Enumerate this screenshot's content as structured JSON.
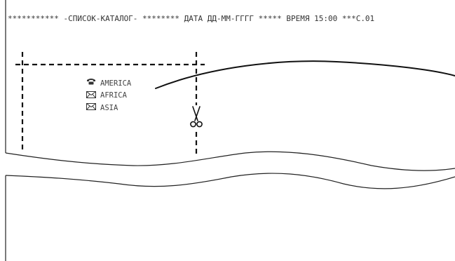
{
  "header": {
    "text": "*********** -СПИСОК-КАТАЛОГ- ******** ДАТА ДД-ММ-ГГГГ ***** ВРЕМЯ 15:00 ***С.01"
  },
  "regions": [
    {
      "icon": "telephone-icon",
      "label": "AMERICA"
    },
    {
      "icon": "envelope-icon",
      "label": "AFRICA"
    },
    {
      "icon": "envelope-icon",
      "label": "ASIA"
    }
  ],
  "cut_marker": {
    "icon": "scissors-icon"
  }
}
